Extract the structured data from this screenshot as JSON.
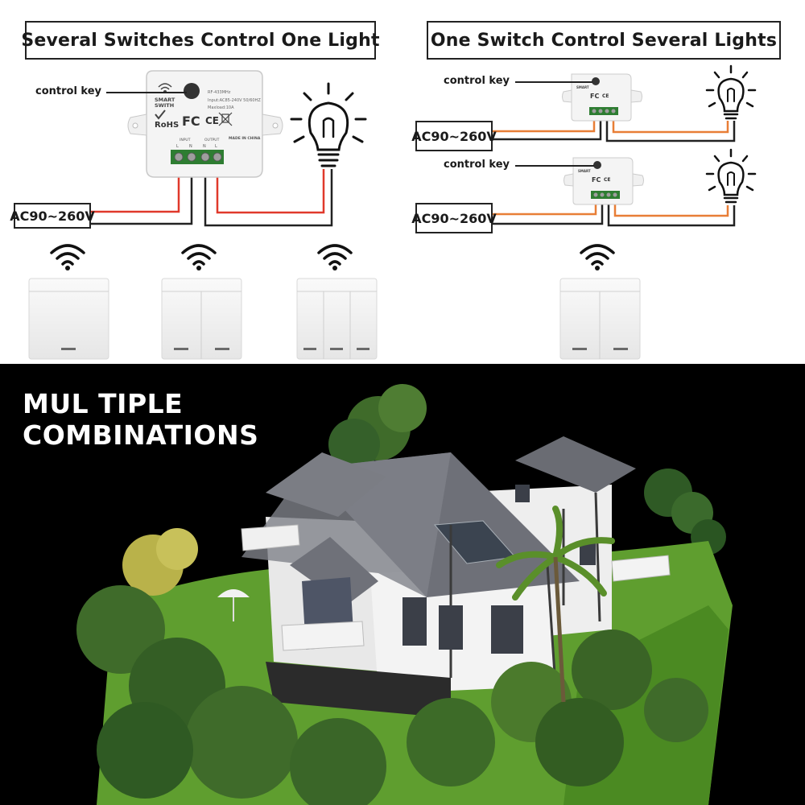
{
  "panels": {
    "left_title": "Several Switches Control One Light",
    "right_title": "One Switch Control Several Lights"
  },
  "labels": {
    "control_key": "control key",
    "voltage": "AC90~260V"
  },
  "module": {
    "brand_line1": "SMART",
    "brand_line2": "SWITH",
    "rohs": "RoHS",
    "fc": "FC",
    "ce": "CE",
    "spec_model": "RF-433MHz",
    "spec_input": "Input:AC85-240V 50/60HZ",
    "spec_load": "Maxload:10A",
    "input_label": "INPUT",
    "output_label": "OUTPUT",
    "origin": "MADE IN CHINA",
    "term_l": "L",
    "term_n1": "N",
    "term_n2": "N",
    "term_l2": "L"
  },
  "switches": [
    {
      "gangs": 1
    },
    {
      "gangs": 2
    },
    {
      "gangs": 3
    },
    {
      "gangs": 2
    }
  ],
  "photo": {
    "heading_line1": "MUL TIPLE",
    "heading_line2": "COMBINATIONS"
  },
  "colors": {
    "wire_red": "#e0392b",
    "wire_black": "#222222",
    "terminal_green": "#2e7d32",
    "panel_white": "#f2f2f2"
  }
}
